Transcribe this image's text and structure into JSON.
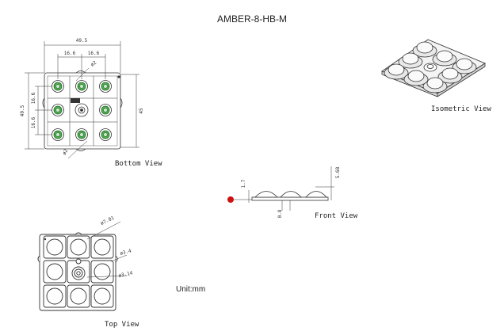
{
  "title": "AMBER-8-HB-M",
  "views": {
    "bottom": {
      "label": "Bottom View",
      "dims": {
        "overall_width": "49.5",
        "pitch_1": "16.6",
        "pitch_2": "16.6",
        "hole_dia": "ø2",
        "overall_height": "49.5",
        "pitch_v1": "16.6",
        "pitch_v2": "16.6",
        "inner_height": "45",
        "pin_dia": "ø2"
      }
    },
    "isometric": {
      "label": "Isometric View"
    },
    "front": {
      "label": "Front View",
      "dims": {
        "lens_height": "5.68",
        "base_thickness": "1.7",
        "gap": "0.8"
      }
    },
    "top": {
      "label": "Top View",
      "dims": {
        "d1": "ø7.01",
        "d2": "ø3.4",
        "d3": "ø3.14"
      }
    }
  },
  "unit_note": "Unit:mm",
  "colors": {
    "led_green": "#4caf50",
    "marker_red": "#cc1111",
    "line": "#333333"
  }
}
